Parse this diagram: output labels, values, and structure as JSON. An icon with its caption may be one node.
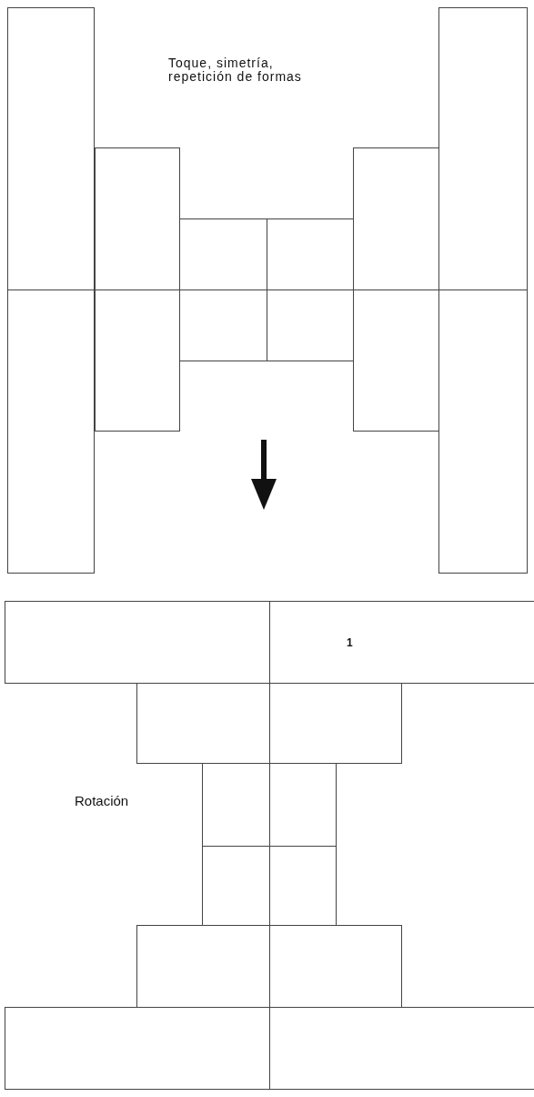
{
  "diagram": {
    "nodes": [
      {
        "text": [],
        "shape": "box"
      },
      {
        "text": [],
        "shape": "box"
      },
      {
        "text": [],
        "shape": "box"
      },
      {
        "text": [],
        "shape": "box"
      },
      {
        "text": [],
        "shape": "box"
      },
      {
        "text": [],
        "shape": "box"
      },
      {
        "text": [],
        "shape": "box"
      },
      {
        "text": [],
        "shape": "box"
      },
      {
        "text": [],
        "shape": "box"
      },
      {
        "text": [],
        "shape": "box"
      },
      {
        "text": [],
        "shape": "box"
      },
      {
        "text": [],
        "shape": "box"
      },
      {
        "text": [],
        "shape": "box"
      },
      {
        "text": [
          "1"
        ]
      },
      {
        "text": [],
        "shape": "box"
      },
      {
        "text": [],
        "shape": "box"
      },
      {
        "text": [],
        "shape": "box"
      },
      {
        "text": [],
        "shape": "box"
      },
      {
        "text": [],
        "shape": "box"
      },
      {
        "text": [],
        "shape": "box"
      },
      {
        "text": [],
        "shape": "box"
      },
      {
        "text": [],
        "shape": "box"
      },
      {
        "text": [],
        "shape": "box"
      },
      {
        "text": [],
        "shape": "box"
      }
    ],
    "labels": [
      "Toque, simetría, repetición de formas",
      "Rotación"
    ]
  }
}
